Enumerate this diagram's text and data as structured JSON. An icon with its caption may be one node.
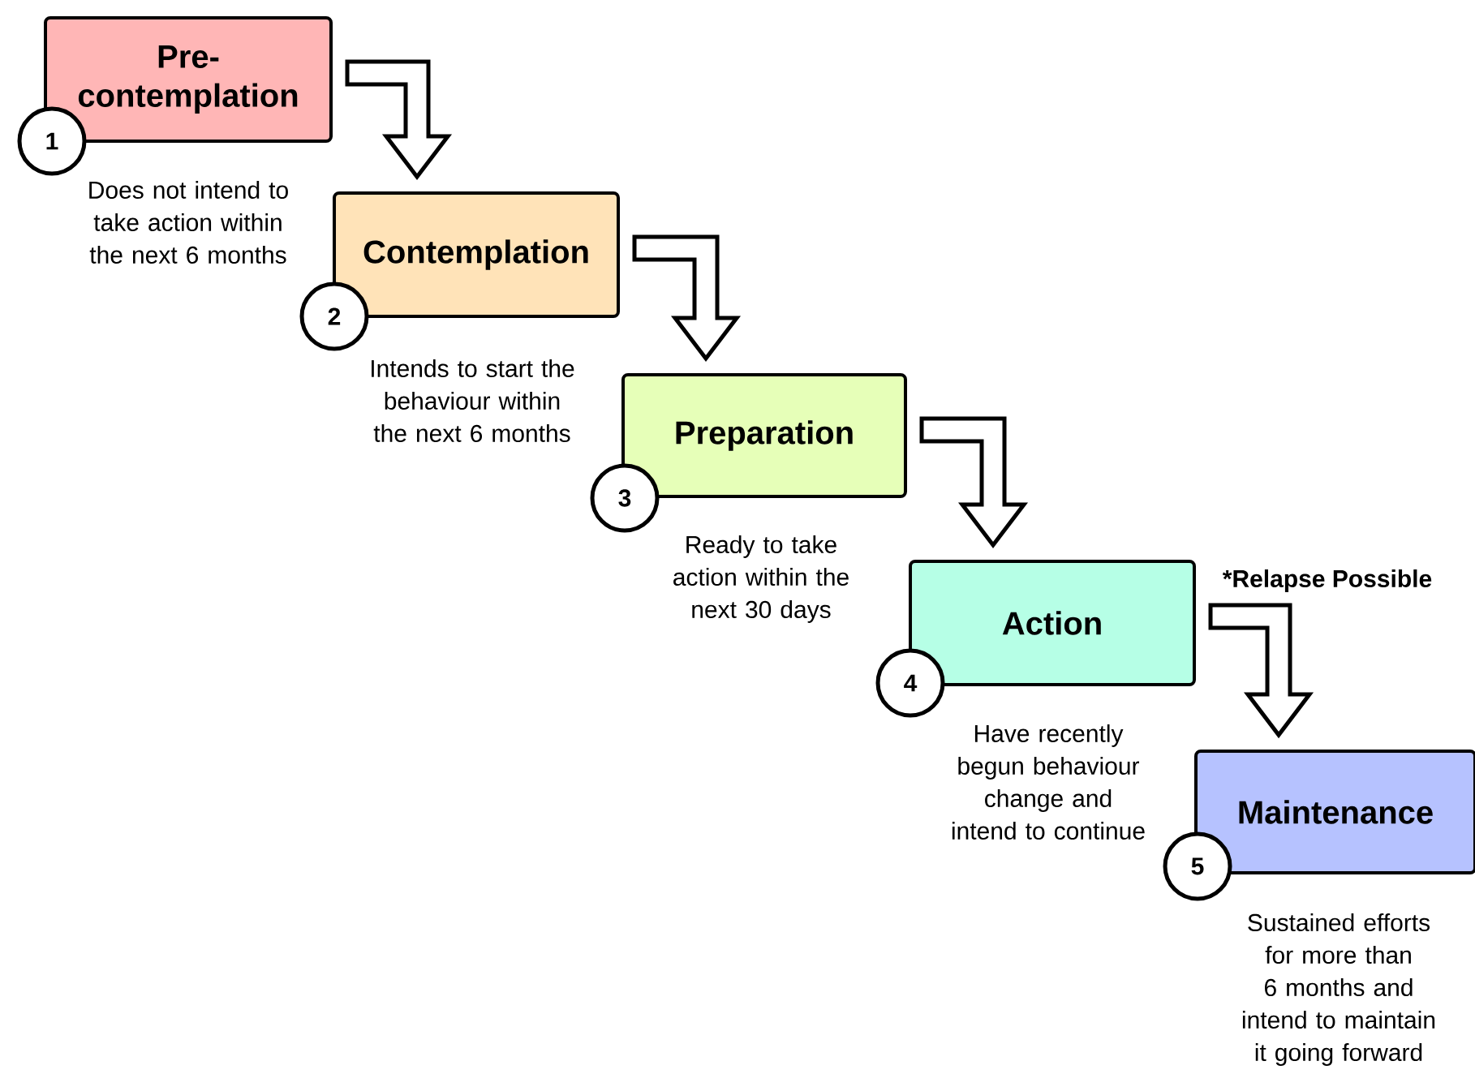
{
  "diagram": {
    "nodes": [
      {
        "text": [
          "Pre-contemplation"
        ]
      },
      {
        "text": [
          "1"
        ]
      },
      {
        "text": [
          "Contemplation"
        ]
      },
      {
        "text": [
          "2"
        ]
      },
      {
        "text": [
          "Preparation"
        ]
      },
      {
        "text": [
          "3"
        ]
      },
      {
        "text": [
          "Action"
        ]
      },
      {
        "text": [
          "4"
        ]
      },
      {
        "text": [
          "Maintenance"
        ]
      },
      {
        "text": [
          "5"
        ]
      }
    ],
    "edges": [
      {
        "from": 0,
        "to": 2,
        "arrow": "to"
      },
      {
        "from": 2,
        "to": 4,
        "arrow": "to"
      },
      {
        "from": 4,
        "to": 6,
        "arrow": "to"
      },
      {
        "from": 6,
        "to": 8,
        "arrow": "to"
      }
    ],
    "labels": [
      "Does not intend to take action within the next 6 months",
      "Intends to start the behaviour within the next 6 months",
      "Ready to take action within the next 30 days",
      "*Relapse Possible",
      "Have recently begun behaviour change and intend to continue",
      "Sustained efforts for more than 6 months and intend to maintain it going forward"
    ]
  }
}
